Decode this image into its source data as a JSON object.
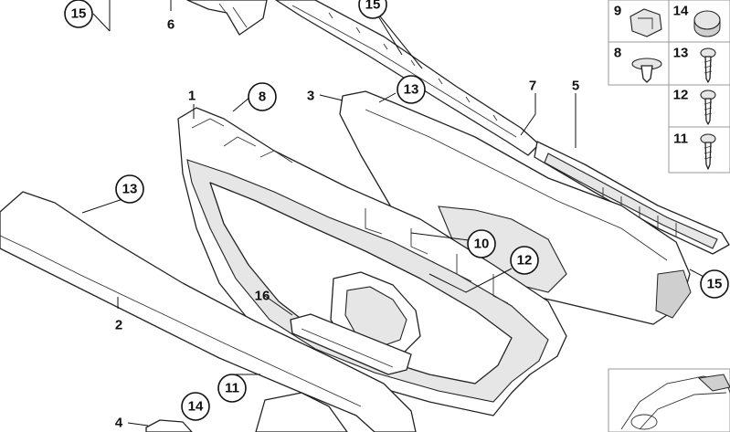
{
  "diagram": {
    "callouts": {
      "c1": "15",
      "c2": "15",
      "c3": "8",
      "c4": "13",
      "c5": "13",
      "c6": "10",
      "c7": "12",
      "c8": "11",
      "c9": "14",
      "c10": "15"
    },
    "labels": {
      "l1": "6",
      "l2": "1",
      "l3": "3",
      "l4": "7",
      "l5": "5",
      "l6": "16",
      "l7": "2",
      "l8": "4"
    },
    "legend": [
      {
        "number": "9",
        "icon": "clip-nut-icon"
      },
      {
        "number": "14",
        "icon": "cap-icon"
      },
      {
        "number": "8",
        "icon": "expanding-rivet-icon"
      },
      {
        "number": "13",
        "icon": "screw-icon"
      },
      {
        "number": "12",
        "icon": "screw-icon"
      },
      {
        "number": "11",
        "icon": "screw-icon"
      }
    ]
  }
}
